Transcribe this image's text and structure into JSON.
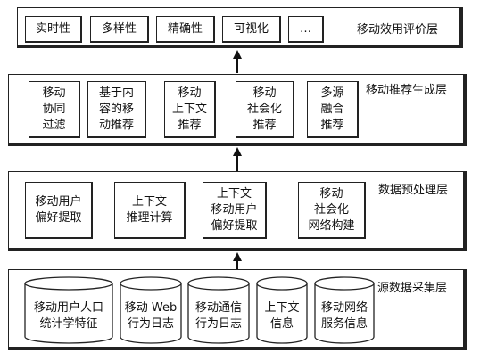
{
  "layers": {
    "evaluation": {
      "label": "移动效用评价层",
      "items": [
        "实时性",
        "多样性",
        "精确性",
        "可视化",
        "…"
      ]
    },
    "generation": {
      "label": "移动推荐生成层",
      "items": [
        "移动\n协同\n过滤",
        "基于内\n容的移\n动推荐",
        "移动\n上下文\n推荐",
        "移动\n社会化\n推荐",
        "多源\n融合\n推荐"
      ]
    },
    "preprocess": {
      "label": "数据预处理层",
      "items": [
        "移动用户\n偏好提取",
        "上下文\n推理计算",
        "上下文\n移动用户\n偏好提取",
        "移动\n社会化\n网络构建"
      ]
    },
    "collection": {
      "label": "源数据采集层",
      "items": [
        "移动用户人口\n统计学特征",
        "移动 Web\n行为日志",
        "移动通信\n行为日志",
        "上下文\n信息",
        "移动网络\n服务信息"
      ]
    }
  }
}
